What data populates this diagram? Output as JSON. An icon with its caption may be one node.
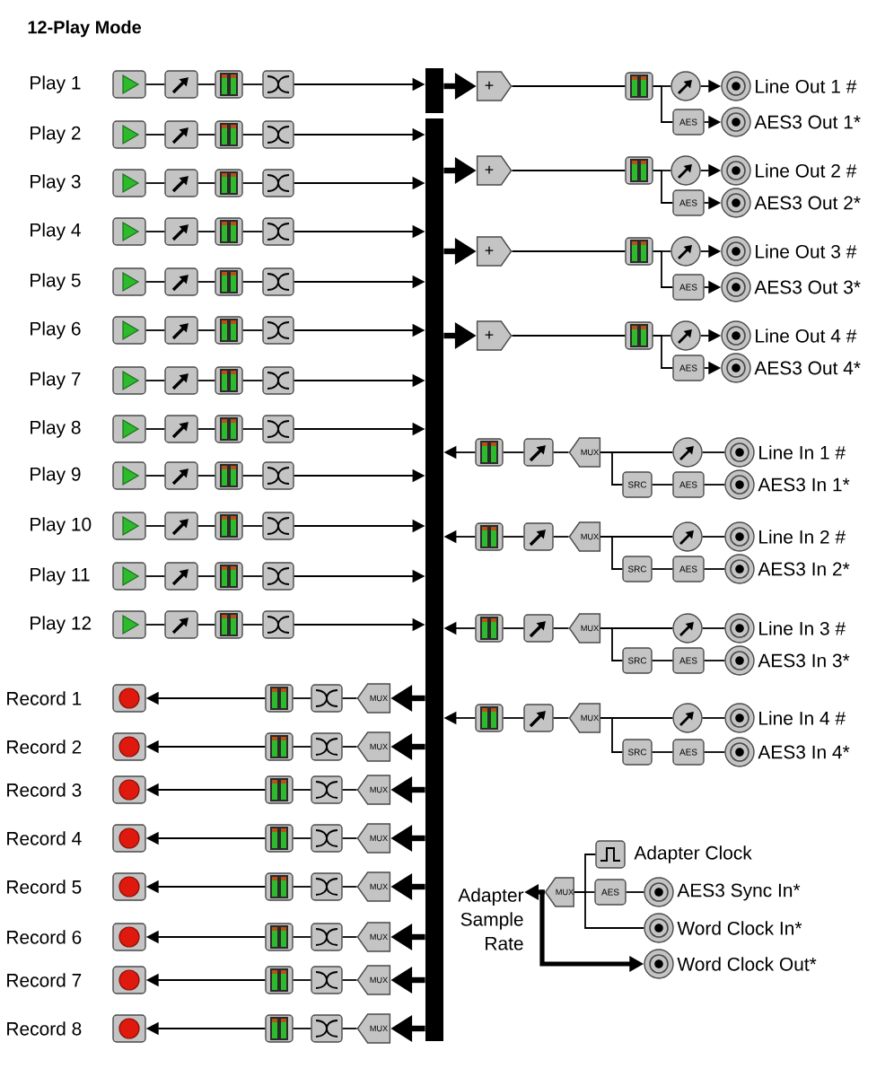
{
  "diagram": {
    "title": "12-Play Mode",
    "nodes": [
      {
        "text": [],
        "shape": "box",
        "beside": [
          "Play 1"
        ]
      },
      {
        "text": [],
        "shape": "box"
      },
      {
        "text": [],
        "shape": "box"
      },
      {
        "text": [],
        "shape": "box"
      },
      {
        "text": [],
        "shape": "box",
        "beside": [
          "Play 2"
        ]
      },
      {
        "text": [],
        "shape": "box"
      },
      {
        "text": [],
        "shape": "box"
      },
      {
        "text": [],
        "shape": "box"
      },
      {
        "text": [],
        "shape": "box",
        "beside": [
          "Play 3"
        ]
      },
      {
        "text": [],
        "shape": "box"
      },
      {
        "text": [],
        "shape": "box"
      },
      {
        "text": [],
        "shape": "box"
      },
      {
        "text": [],
        "shape": "box",
        "beside": [
          "Play 4"
        ]
      },
      {
        "text": [],
        "shape": "box"
      },
      {
        "text": [],
        "shape": "box"
      },
      {
        "text": [],
        "shape": "box"
      },
      {
        "text": [],
        "shape": "box",
        "beside": [
          "Play 5"
        ]
      },
      {
        "text": [],
        "shape": "box"
      },
      {
        "text": [],
        "shape": "box"
      },
      {
        "text": [],
        "shape": "box"
      },
      {
        "text": [],
        "shape": "box",
        "beside": [
          "Play 6"
        ]
      },
      {
        "text": [],
        "shape": "box"
      },
      {
        "text": [],
        "shape": "box"
      },
      {
        "text": [],
        "shape": "box"
      },
      {
        "text": [],
        "shape": "box",
        "beside": [
          "Play 7"
        ]
      },
      {
        "text": [],
        "shape": "box"
      },
      {
        "text": [],
        "shape": "box"
      },
      {
        "text": [],
        "shape": "box"
      },
      {
        "text": [],
        "shape": "box",
        "beside": [
          "Play 8"
        ]
      },
      {
        "text": [],
        "shape": "box"
      },
      {
        "text": [],
        "shape": "box"
      },
      {
        "text": [],
        "shape": "box"
      },
      {
        "text": [],
        "shape": "box",
        "beside": [
          "Play 9"
        ]
      },
      {
        "text": [],
        "shape": "box"
      },
      {
        "text": [],
        "shape": "box"
      },
      {
        "text": [],
        "shape": "box"
      },
      {
        "text": [],
        "shape": "box",
        "beside": [
          "Play 10"
        ]
      },
      {
        "text": [],
        "shape": "box"
      },
      {
        "text": [],
        "shape": "box"
      },
      {
        "text": [],
        "shape": "box"
      },
      {
        "text": [],
        "shape": "box",
        "beside": [
          "Play 11"
        ]
      },
      {
        "text": [],
        "shape": "box"
      },
      {
        "text": [],
        "shape": "box"
      },
      {
        "text": [],
        "shape": "box"
      },
      {
        "text": [],
        "shape": "box",
        "beside": [
          "Play 12"
        ]
      },
      {
        "text": [],
        "shape": "box"
      },
      {
        "text": [],
        "shape": "box"
      },
      {
        "text": [],
        "shape": "box"
      },
      {
        "text": [],
        "shape": "bar"
      },
      {
        "text": [],
        "shape": "bar"
      },
      {
        "text": [
          "+"
        ]
      },
      {
        "text": [],
        "shape": "box"
      },
      {
        "text": [],
        "shape": "circle"
      },
      {
        "text": [],
        "shape": "circle",
        "beside": [
          "Line Out 1 #"
        ]
      },
      {
        "text": [
          "AES"
        ]
      },
      {
        "text": [],
        "shape": "circle",
        "beside": [
          "AES3 Out 1*"
        ]
      },
      {
        "text": [
          "+"
        ]
      },
      {
        "text": [],
        "shape": "box"
      },
      {
        "text": [],
        "shape": "circle"
      },
      {
        "text": [],
        "shape": "circle",
        "beside": [
          "Line Out 2 #"
        ]
      },
      {
        "text": [
          "AES"
        ]
      },
      {
        "text": [],
        "shape": "circle",
        "beside": [
          "AES3 Out 2*"
        ]
      },
      {
        "text": [
          "+"
        ]
      },
      {
        "text": [],
        "shape": "box"
      },
      {
        "text": [],
        "shape": "circle"
      },
      {
        "text": [],
        "shape": "circle",
        "beside": [
          "Line Out 3 #"
        ]
      },
      {
        "text": [
          "AES"
        ]
      },
      {
        "text": [],
        "shape": "circle",
        "beside": [
          "AES3 Out 3*"
        ]
      },
      {
        "text": [
          "+"
        ]
      },
      {
        "text": [],
        "shape": "box"
      },
      {
        "text": [],
        "shape": "circle"
      },
      {
        "text": [],
        "shape": "circle",
        "beside": [
          "Line Out 4 #"
        ]
      },
      {
        "text": [
          "AES"
        ]
      },
      {
        "text": [],
        "shape": "circle",
        "beside": [
          "AES3 Out 4*"
        ]
      },
      {
        "text": [],
        "shape": "box"
      },
      {
        "text": [],
        "shape": "box"
      },
      {
        "text": [
          "MUX"
        ]
      },
      {
        "text": [],
        "shape": "circle"
      },
      {
        "text": [],
        "shape": "circle",
        "beside": [
          "Line In 1 #"
        ]
      },
      {
        "text": [
          "SRC"
        ]
      },
      {
        "text": [
          "AES"
        ]
      },
      {
        "text": [],
        "shape": "circle",
        "beside": [
          "AES3 In 1*"
        ]
      },
      {
        "text": [],
        "shape": "box"
      },
      {
        "text": [],
        "shape": "box"
      },
      {
        "text": [
          "MUX"
        ]
      },
      {
        "text": [],
        "shape": "circle"
      },
      {
        "text": [],
        "shape": "circle",
        "beside": [
          "Line In 2 #"
        ]
      },
      {
        "text": [
          "SRC"
        ]
      },
      {
        "text": [
          "AES"
        ]
      },
      {
        "text": [],
        "shape": "circle",
        "beside": [
          "AES3 In 2*"
        ]
      },
      {
        "text": [],
        "shape": "box"
      },
      {
        "text": [],
        "shape": "box"
      },
      {
        "text": [
          "MUX"
        ]
      },
      {
        "text": [],
        "shape": "circle"
      },
      {
        "text": [],
        "shape": "circle",
        "beside": [
          "Line In 3 #"
        ]
      },
      {
        "text": [
          "SRC"
        ]
      },
      {
        "text": [
          "AES"
        ]
      },
      {
        "text": [],
        "shape": "circle",
        "beside": [
          "AES3 In 3*"
        ]
      },
      {
        "text": [],
        "shape": "box"
      },
      {
        "text": [],
        "shape": "box"
      },
      {
        "text": [
          "MUX"
        ]
      },
      {
        "text": [],
        "shape": "circle"
      },
      {
        "text": [],
        "shape": "circle",
        "beside": [
          "Line In 4 #"
        ]
      },
      {
        "text": [
          "SRC"
        ]
      },
      {
        "text": [
          "AES"
        ]
      },
      {
        "text": [],
        "shape": "circle",
        "beside": [
          "AES3 In 4*"
        ]
      },
      {
        "text": [],
        "shape": "box",
        "beside": [
          "Record 1"
        ]
      },
      {
        "text": [],
        "shape": "box"
      },
      {
        "text": [],
        "shape": "box"
      },
      {
        "text": [
          "MUX"
        ]
      },
      {
        "text": [],
        "shape": "box",
        "beside": [
          "Record 2"
        ]
      },
      {
        "text": [],
        "shape": "box"
      },
      {
        "text": [],
        "shape": "box"
      },
      {
        "text": [
          "MUX"
        ]
      },
      {
        "text": [],
        "shape": "box",
        "beside": [
          "Record 3"
        ]
      },
      {
        "text": [],
        "shape": "box"
      },
      {
        "text": [],
        "shape": "box"
      },
      {
        "text": [
          "MUX"
        ]
      },
      {
        "text": [],
        "shape": "box",
        "beside": [
          "Record 4"
        ]
      },
      {
        "text": [],
        "shape": "box"
      },
      {
        "text": [],
        "shape": "box"
      },
      {
        "text": [
          "MUX"
        ]
      },
      {
        "text": [],
        "shape": "box",
        "beside": [
          "Record 5"
        ]
      },
      {
        "text": [],
        "shape": "box"
      },
      {
        "text": [],
        "shape": "box"
      },
      {
        "text": [
          "MUX"
        ]
      },
      {
        "text": [],
        "shape": "box",
        "beside": [
          "Record 6"
        ]
      },
      {
        "text": [],
        "shape": "box"
      },
      {
        "text": [],
        "shape": "box"
      },
      {
        "text": [
          "MUX"
        ]
      },
      {
        "text": [],
        "shape": "box",
        "beside": [
          "Record 7"
        ]
      },
      {
        "text": [],
        "shape": "box"
      },
      {
        "text": [],
        "shape": "box"
      },
      {
        "text": [
          "MUX"
        ]
      },
      {
        "text": [],
        "shape": "box",
        "beside": [
          "Record 8"
        ]
      },
      {
        "text": [],
        "shape": "box"
      },
      {
        "text": [],
        "shape": "box"
      },
      {
        "text": [
          "MUX"
        ]
      },
      {
        "text": [],
        "shape": "box",
        "beside": [
          "Adapter Clock"
        ]
      },
      {
        "text": [
          "MUX"
        ]
      },
      {
        "text": [
          "AES"
        ]
      },
      {
        "text": [],
        "shape": "circle",
        "beside": [
          "AES3 Sync In*"
        ]
      },
      {
        "text": [],
        "shape": "circle",
        "beside": [
          "Word Clock In*"
        ]
      },
      {
        "text": [],
        "shape": "circle",
        "beside": [
          "Word Clock Out*"
        ]
      },
      {
        "text": [
          "Adapter Sample Rate"
        ]
      }
    ],
    "edges": [
      {
        "from": 0,
        "to": 1,
        "arrow": "none"
      },
      {
        "from": 1,
        "to": 2,
        "arrow": "none"
      },
      {
        "from": 2,
        "to": 3,
        "arrow": "none"
      },
      {
        "from": 3,
        "to": 48,
        "arrow": "to"
      },
      {
        "from": 4,
        "to": 5,
        "arrow": "none"
      },
      {
        "from": 5,
        "to": 6,
        "arrow": "none"
      },
      {
        "from": 6,
        "to": 7,
        "arrow": "none"
      },
      {
        "from": 7,
        "to": 49,
        "arrow": "to"
      },
      {
        "from": 8,
        "to": 9,
        "arrow": "none"
      },
      {
        "from": 9,
        "to": 10,
        "arrow": "none"
      },
      {
        "from": 10,
        "to": 11,
        "arrow": "none"
      },
      {
        "from": 11,
        "to": 49,
        "arrow": "to"
      },
      {
        "from": 12,
        "to": 13,
        "arrow": "none"
      },
      {
        "from": 13,
        "to": 14,
        "arrow": "none"
      },
      {
        "from": 14,
        "to": 15,
        "arrow": "none"
      },
      {
        "from": 15,
        "to": 49,
        "arrow": "to"
      },
      {
        "from": 16,
        "to": 17,
        "arrow": "none"
      },
      {
        "from": 17,
        "to": 18,
        "arrow": "none"
      },
      {
        "from": 18,
        "to": 19,
        "arrow": "none"
      },
      {
        "from": 19,
        "to": 49,
        "arrow": "to"
      },
      {
        "from": 20,
        "to": 21,
        "arrow": "none"
      },
      {
        "from": 21,
        "to": 22,
        "arrow": "none"
      },
      {
        "from": 22,
        "to": 23,
        "arrow": "none"
      },
      {
        "from": 23,
        "to": 49,
        "arrow": "to"
      },
      {
        "from": 24,
        "to": 25,
        "arrow": "none"
      },
      {
        "from": 25,
        "to": 26,
        "arrow": "none"
      },
      {
        "from": 26,
        "to": 27,
        "arrow": "none"
      },
      {
        "from": 27,
        "to": 49,
        "arrow": "to"
      },
      {
        "from": 28,
        "to": 29,
        "arrow": "none"
      },
      {
        "from": 29,
        "to": 30,
        "arrow": "none"
      },
      {
        "from": 30,
        "to": 31,
        "arrow": "none"
      },
      {
        "from": 31,
        "to": 49,
        "arrow": "to"
      },
      {
        "from": 32,
        "to": 33,
        "arrow": "none"
      },
      {
        "from": 33,
        "to": 34,
        "arrow": "none"
      },
      {
        "from": 34,
        "to": 35,
        "arrow": "none"
      },
      {
        "from": 35,
        "to": 49,
        "arrow": "to"
      },
      {
        "from": 36,
        "to": 37,
        "arrow": "none"
      },
      {
        "from": 37,
        "to": 38,
        "arrow": "none"
      },
      {
        "from": 38,
        "to": 39,
        "arrow": "none"
      },
      {
        "from": 39,
        "to": 49,
        "arrow": "to"
      },
      {
        "from": 40,
        "to": 41,
        "arrow": "none"
      },
      {
        "from": 41,
        "to": 42,
        "arrow": "none"
      },
      {
        "from": 42,
        "to": 43,
        "arrow": "none"
      },
      {
        "from": 43,
        "to": 49,
        "arrow": "to"
      },
      {
        "from": 44,
        "to": 45,
        "arrow": "none"
      },
      {
        "from": 45,
        "to": 46,
        "arrow": "none"
      },
      {
        "from": 46,
        "to": 47,
        "arrow": "none"
      },
      {
        "from": 47,
        "to": 49,
        "arrow": "to"
      },
      {
        "from": 48,
        "to": 50,
        "arrow": "to",
        "style": "thick"
      },
      {
        "from": 49,
        "to": 56,
        "arrow": "to",
        "style": "thick"
      },
      {
        "from": 49,
        "to": 62,
        "arrow": "to",
        "style": "thick"
      },
      {
        "from": 49,
        "to": 68,
        "arrow": "to",
        "style": "thick"
      },
      {
        "from": 50,
        "to": 51,
        "arrow": "none"
      },
      {
        "from": 51,
        "to": 52,
        "arrow": "none"
      },
      {
        "from": 51,
        "to": 54,
        "arrow": "none"
      },
      {
        "from": 52,
        "to": 53,
        "arrow": "to"
      },
      {
        "from": 54,
        "to": 55,
        "arrow": "to"
      },
      {
        "from": 56,
        "to": 57,
        "arrow": "none"
      },
      {
        "from": 57,
        "to": 58,
        "arrow": "none"
      },
      {
        "from": 57,
        "to": 60,
        "arrow": "none"
      },
      {
        "from": 58,
        "to": 59,
        "arrow": "to"
      },
      {
        "from": 60,
        "to": 61,
        "arrow": "to"
      },
      {
        "from": 62,
        "to": 63,
        "arrow": "none"
      },
      {
        "from": 63,
        "to": 64,
        "arrow": "none"
      },
      {
        "from": 63,
        "to": 66,
        "arrow": "none"
      },
      {
        "from": 64,
        "to": 65,
        "arrow": "to"
      },
      {
        "from": 66,
        "to": 67,
        "arrow": "to"
      },
      {
        "from": 68,
        "to": 69,
        "arrow": "none"
      },
      {
        "from": 69,
        "to": 70,
        "arrow": "none"
      },
      {
        "from": 69,
        "to": 72,
        "arrow": "none"
      },
      {
        "from": 70,
        "to": 71,
        "arrow": "to"
      },
      {
        "from": 72,
        "to": 73,
        "arrow": "to"
      },
      {
        "from": 78,
        "to": 77,
        "arrow": "none"
      },
      {
        "from": 77,
        "to": 76,
        "arrow": "none"
      },
      {
        "from": 81,
        "to": 80,
        "arrow": "none"
      },
      {
        "from": 80,
        "to": 79,
        "arrow": "none"
      },
      {
        "from": 79,
        "to": 76,
        "arrow": "none"
      },
      {
        "from": 76,
        "to": 75,
        "arrow": "none"
      },
      {
        "from": 75,
        "to": 74,
        "arrow": "none"
      },
      {
        "from": 74,
        "to": 49,
        "arrow": "to"
      },
      {
        "from": 86,
        "to": 85,
        "arrow": "none"
      },
      {
        "from": 85,
        "to": 84,
        "arrow": "none"
      },
      {
        "from": 89,
        "to": 88,
        "arrow": "none"
      },
      {
        "from": 88,
        "to": 87,
        "arrow": "none"
      },
      {
        "from": 87,
        "to": 84,
        "arrow": "none"
      },
      {
        "from": 84,
        "to": 83,
        "arrow": "none"
      },
      {
        "from": 83,
        "to": 82,
        "arrow": "none"
      },
      {
        "from": 82,
        "to": 49,
        "arrow": "to"
      },
      {
        "from": 94,
        "to": 93,
        "arrow": "none"
      },
      {
        "from": 93,
        "to": 92,
        "arrow": "none"
      },
      {
        "from": 97,
        "to": 96,
        "arrow": "none"
      },
      {
        "from": 96,
        "to": 95,
        "arrow": "none"
      },
      {
        "from": 95,
        "to": 92,
        "arrow": "none"
      },
      {
        "from": 92,
        "to": 91,
        "arrow": "none"
      },
      {
        "from": 91,
        "to": 90,
        "arrow": "none"
      },
      {
        "from": 90,
        "to": 49,
        "arrow": "to"
      },
      {
        "from": 102,
        "to": 101,
        "arrow": "none"
      },
      {
        "from": 101,
        "to": 100,
        "arrow": "none"
      },
      {
        "from": 105,
        "to": 104,
        "arrow": "none"
      },
      {
        "from": 104,
        "to": 103,
        "arrow": "none"
      },
      {
        "from": 103,
        "to": 100,
        "arrow": "none"
      },
      {
        "from": 100,
        "to": 99,
        "arrow": "none"
      },
      {
        "from": 99,
        "to": 98,
        "arrow": "none"
      },
      {
        "from": 98,
        "to": 49,
        "arrow": "to"
      },
      {
        "from": 49,
        "to": 109,
        "arrow": "to",
        "style": "thick"
      },
      {
        "from": 109,
        "to": 108,
        "arrow": "none"
      },
      {
        "from": 108,
        "to": 107,
        "arrow": "none"
      },
      {
        "from": 107,
        "to": 106,
        "arrow": "to"
      },
      {
        "from": 49,
        "to": 113,
        "arrow": "to",
        "style": "thick"
      },
      {
        "from": 113,
        "to": 112,
        "arrow": "none"
      },
      {
        "from": 112,
        "to": 111,
        "arrow": "none"
      },
      {
        "from": 111,
        "to": 110,
        "arrow": "to"
      },
      {
        "from": 49,
        "to": 117,
        "arrow": "to",
        "style": "thick"
      },
      {
        "from": 117,
        "to": 116,
        "arrow": "none"
      },
      {
        "from": 116,
        "to": 115,
        "arrow": "none"
      },
      {
        "from": 115,
        "to": 114,
        "arrow": "to"
      },
      {
        "from": 49,
        "to": 121,
        "arrow": "to",
        "style": "thick"
      },
      {
        "from": 121,
        "to": 120,
        "arrow": "none"
      },
      {
        "from": 120,
        "to": 119,
        "arrow": "none"
      },
      {
        "from": 119,
        "to": 118,
        "arrow": "to"
      },
      {
        "from": 49,
        "to": 125,
        "arrow": "to",
        "style": "thick"
      },
      {
        "from": 125,
        "to": 124,
        "arrow": "none"
      },
      {
        "from": 124,
        "to": 123,
        "arrow": "none"
      },
      {
        "from": 123,
        "to": 122,
        "arrow": "to"
      },
      {
        "from": 49,
        "to": 129,
        "arrow": "to",
        "style": "thick"
      },
      {
        "from": 129,
        "to": 128,
        "arrow": "none"
      },
      {
        "from": 128,
        "to": 127,
        "arrow": "none"
      },
      {
        "from": 127,
        "to": 126,
        "arrow": "to"
      },
      {
        "from": 49,
        "to": 133,
        "arrow": "to",
        "style": "thick"
      },
      {
        "from": 133,
        "to": 132,
        "arrow": "none"
      },
      {
        "from": 132,
        "to": 131,
        "arrow": "none"
      },
      {
        "from": 131,
        "to": 130,
        "arrow": "to"
      },
      {
        "from": 49,
        "to": 137,
        "arrow": "to",
        "style": "thick"
      },
      {
        "from": 137,
        "to": 136,
        "arrow": "none"
      },
      {
        "from": 136,
        "to": 135,
        "arrow": "none"
      },
      {
        "from": 135,
        "to": 134,
        "arrow": "to"
      },
      {
        "from": 138,
        "to": 139,
        "arrow": "none"
      },
      {
        "from": 141,
        "to": 140,
        "arrow": "none"
      },
      {
        "from": 140,
        "to": 139,
        "arrow": "none"
      },
      {
        "from": 142,
        "to": 139,
        "arrow": "none"
      },
      {
        "from": 139,
        "to": 144,
        "arrow": "to",
        "style": "thick"
      },
      {
        "from": 139,
        "to": 143,
        "arrow": "to",
        "style": "thick"
      }
    ]
  }
}
